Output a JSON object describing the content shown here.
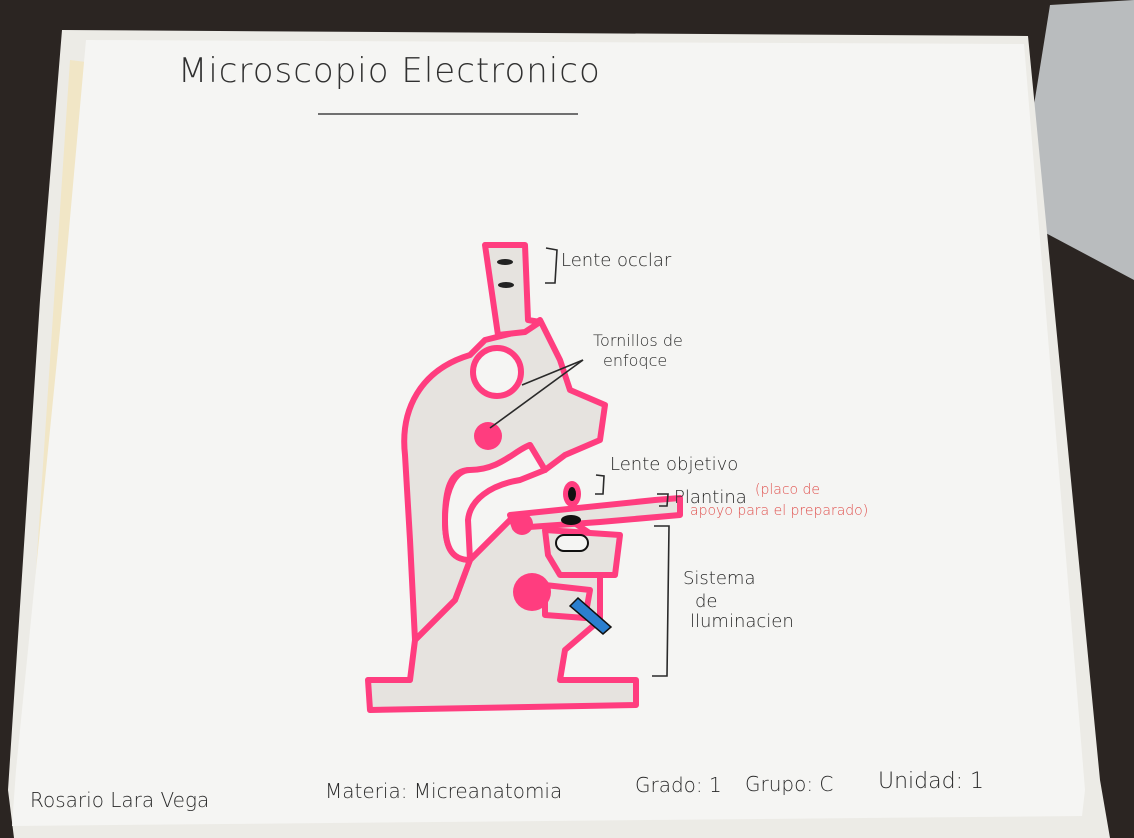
{
  "poster": {
    "title": "Microscopio Electronico",
    "colors": {
      "outline": "#ff3d7f",
      "fill": "#e6e3df",
      "paper": "#f4f4f2",
      "blue_mirror": "#2a7fcf"
    }
  },
  "labels": {
    "lente_ocular": "Lente occlar",
    "tornillos_line1": "Tornillos de",
    "tornillos_line2": "enfoqce",
    "lente_objetivo": "Lente objetivo",
    "platina": "Plantina",
    "platina_note_line1": "(placo de",
    "platina_note_line2": "apoyo para el preparado)",
    "sistema_line1": "Sistema",
    "sistema_line2": "de",
    "sistema_line3": "lluminacien"
  },
  "footer": {
    "author": "Rosario Lara Vega",
    "materia": "Materia: Micreanatomia",
    "grado": "Grado: 1",
    "grupo": "Grupo: C",
    "unidad": "Unidad: 1"
  }
}
